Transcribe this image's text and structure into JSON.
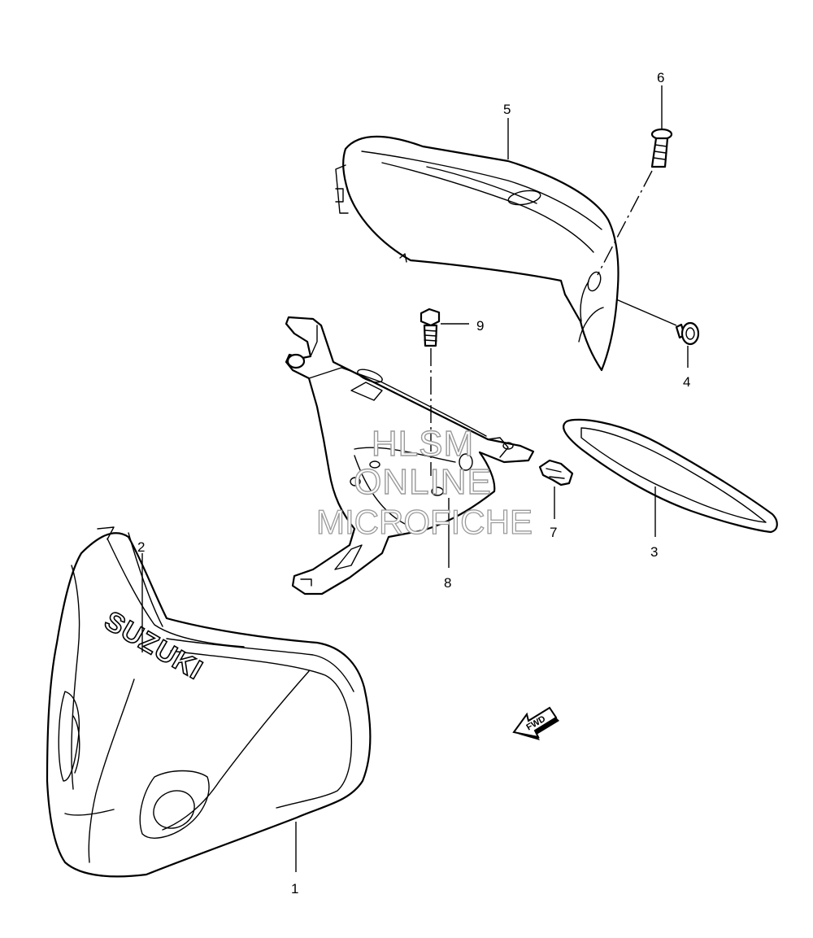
{
  "diagram": {
    "callouts": [
      {
        "id": "1",
        "label": "1"
      },
      {
        "id": "2",
        "label": "2"
      },
      {
        "id": "3",
        "label": "3"
      },
      {
        "id": "4",
        "label": "4"
      },
      {
        "id": "5",
        "label": "5"
      },
      {
        "id": "6",
        "label": "6"
      },
      {
        "id": "7",
        "label": "7"
      },
      {
        "id": "8",
        "label": "8"
      },
      {
        "id": "9",
        "label": "9"
      }
    ],
    "brand_logo_text": "SUZUKI",
    "direction_arrow_text": "FWD",
    "watermark": {
      "line1": "HLSM",
      "line2": "ONLINE",
      "line3": "MICROFICHE"
    }
  }
}
